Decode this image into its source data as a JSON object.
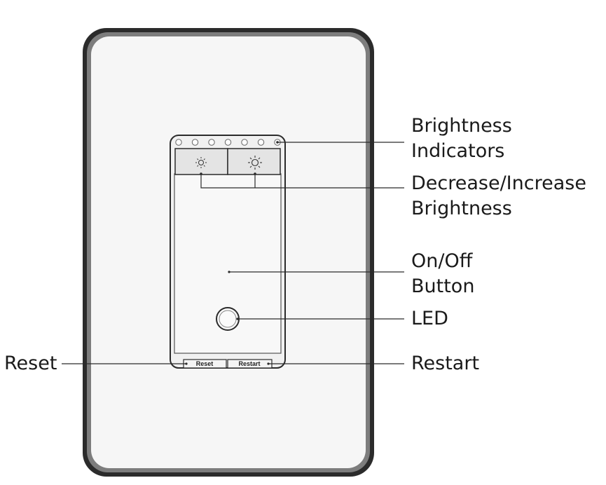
{
  "labels": {
    "brightness_indicators": [
      "Brightness",
      "Indicators"
    ],
    "decrease_increase": [
      "Decrease/Increase",
      "Brightness"
    ],
    "on_off": [
      "On/Off",
      "Button"
    ],
    "led": "LED",
    "reset": "Reset",
    "restart": "Restart"
  },
  "buttons": {
    "reset_label": "Reset",
    "restart_label": "Restart"
  },
  "indicator_count": 7,
  "colors": {
    "outline": "#2b2b2b",
    "plate_fill": "#f6f6f6",
    "plate_border": "#7a7a7a",
    "button_fill": "#e6e6e6"
  },
  "icons": [
    "sun-dim-icon",
    "sun-bright-icon"
  ]
}
